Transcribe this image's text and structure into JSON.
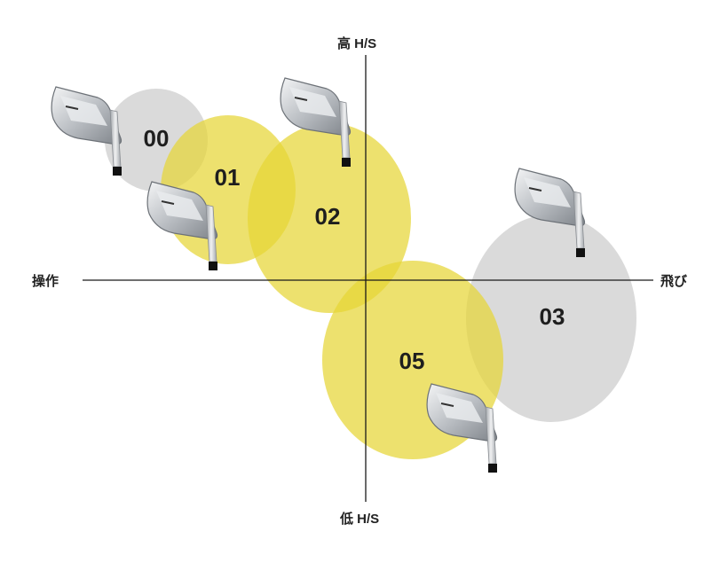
{
  "axes": {
    "top": "高 H/S",
    "bottom": "低 H/S",
    "left": "操作",
    "right": "飛び"
  },
  "models": [
    {
      "id": "00",
      "group": "gray"
    },
    {
      "id": "01",
      "group": "yellow"
    },
    {
      "id": "02",
      "group": "yellow"
    },
    {
      "id": "03",
      "group": "gray"
    },
    {
      "id": "05",
      "group": "yellow"
    }
  ],
  "colors": {
    "yellow": "#e8d73a",
    "gray": "#d7d7d7",
    "axis": "#1a1a1a",
    "club_head": "#c9ccd0",
    "club_shaft": "#dadde0",
    "grip": "#111111"
  },
  "club_icon": "golf-iron-icon"
}
